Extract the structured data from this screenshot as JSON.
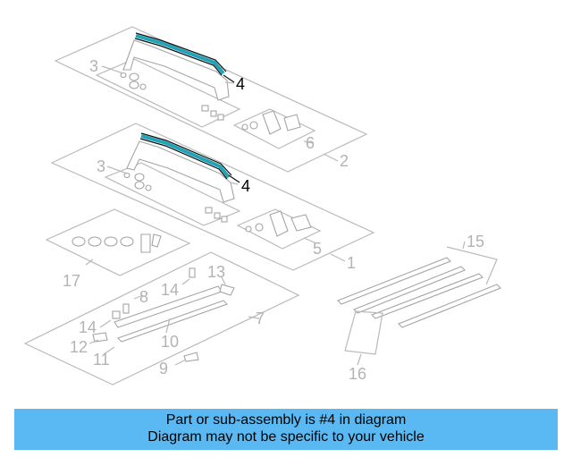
{
  "diagram": {
    "callouts": [
      "1",
      "2",
      "3",
      "3",
      "4",
      "4",
      "5",
      "6",
      "7",
      "8",
      "9",
      "10",
      "11",
      "12",
      "13",
      "14",
      "14",
      "15",
      "16",
      "17"
    ],
    "highlighted": "4",
    "highlight_color": "#21a3b8",
    "line_color": "#b3b3b3"
  },
  "banner": {
    "line1": "Part or sub-assembly is #4 in diagram",
    "line2": "Diagram may not be specific to your vehicle",
    "background": "#5ab9f2"
  }
}
